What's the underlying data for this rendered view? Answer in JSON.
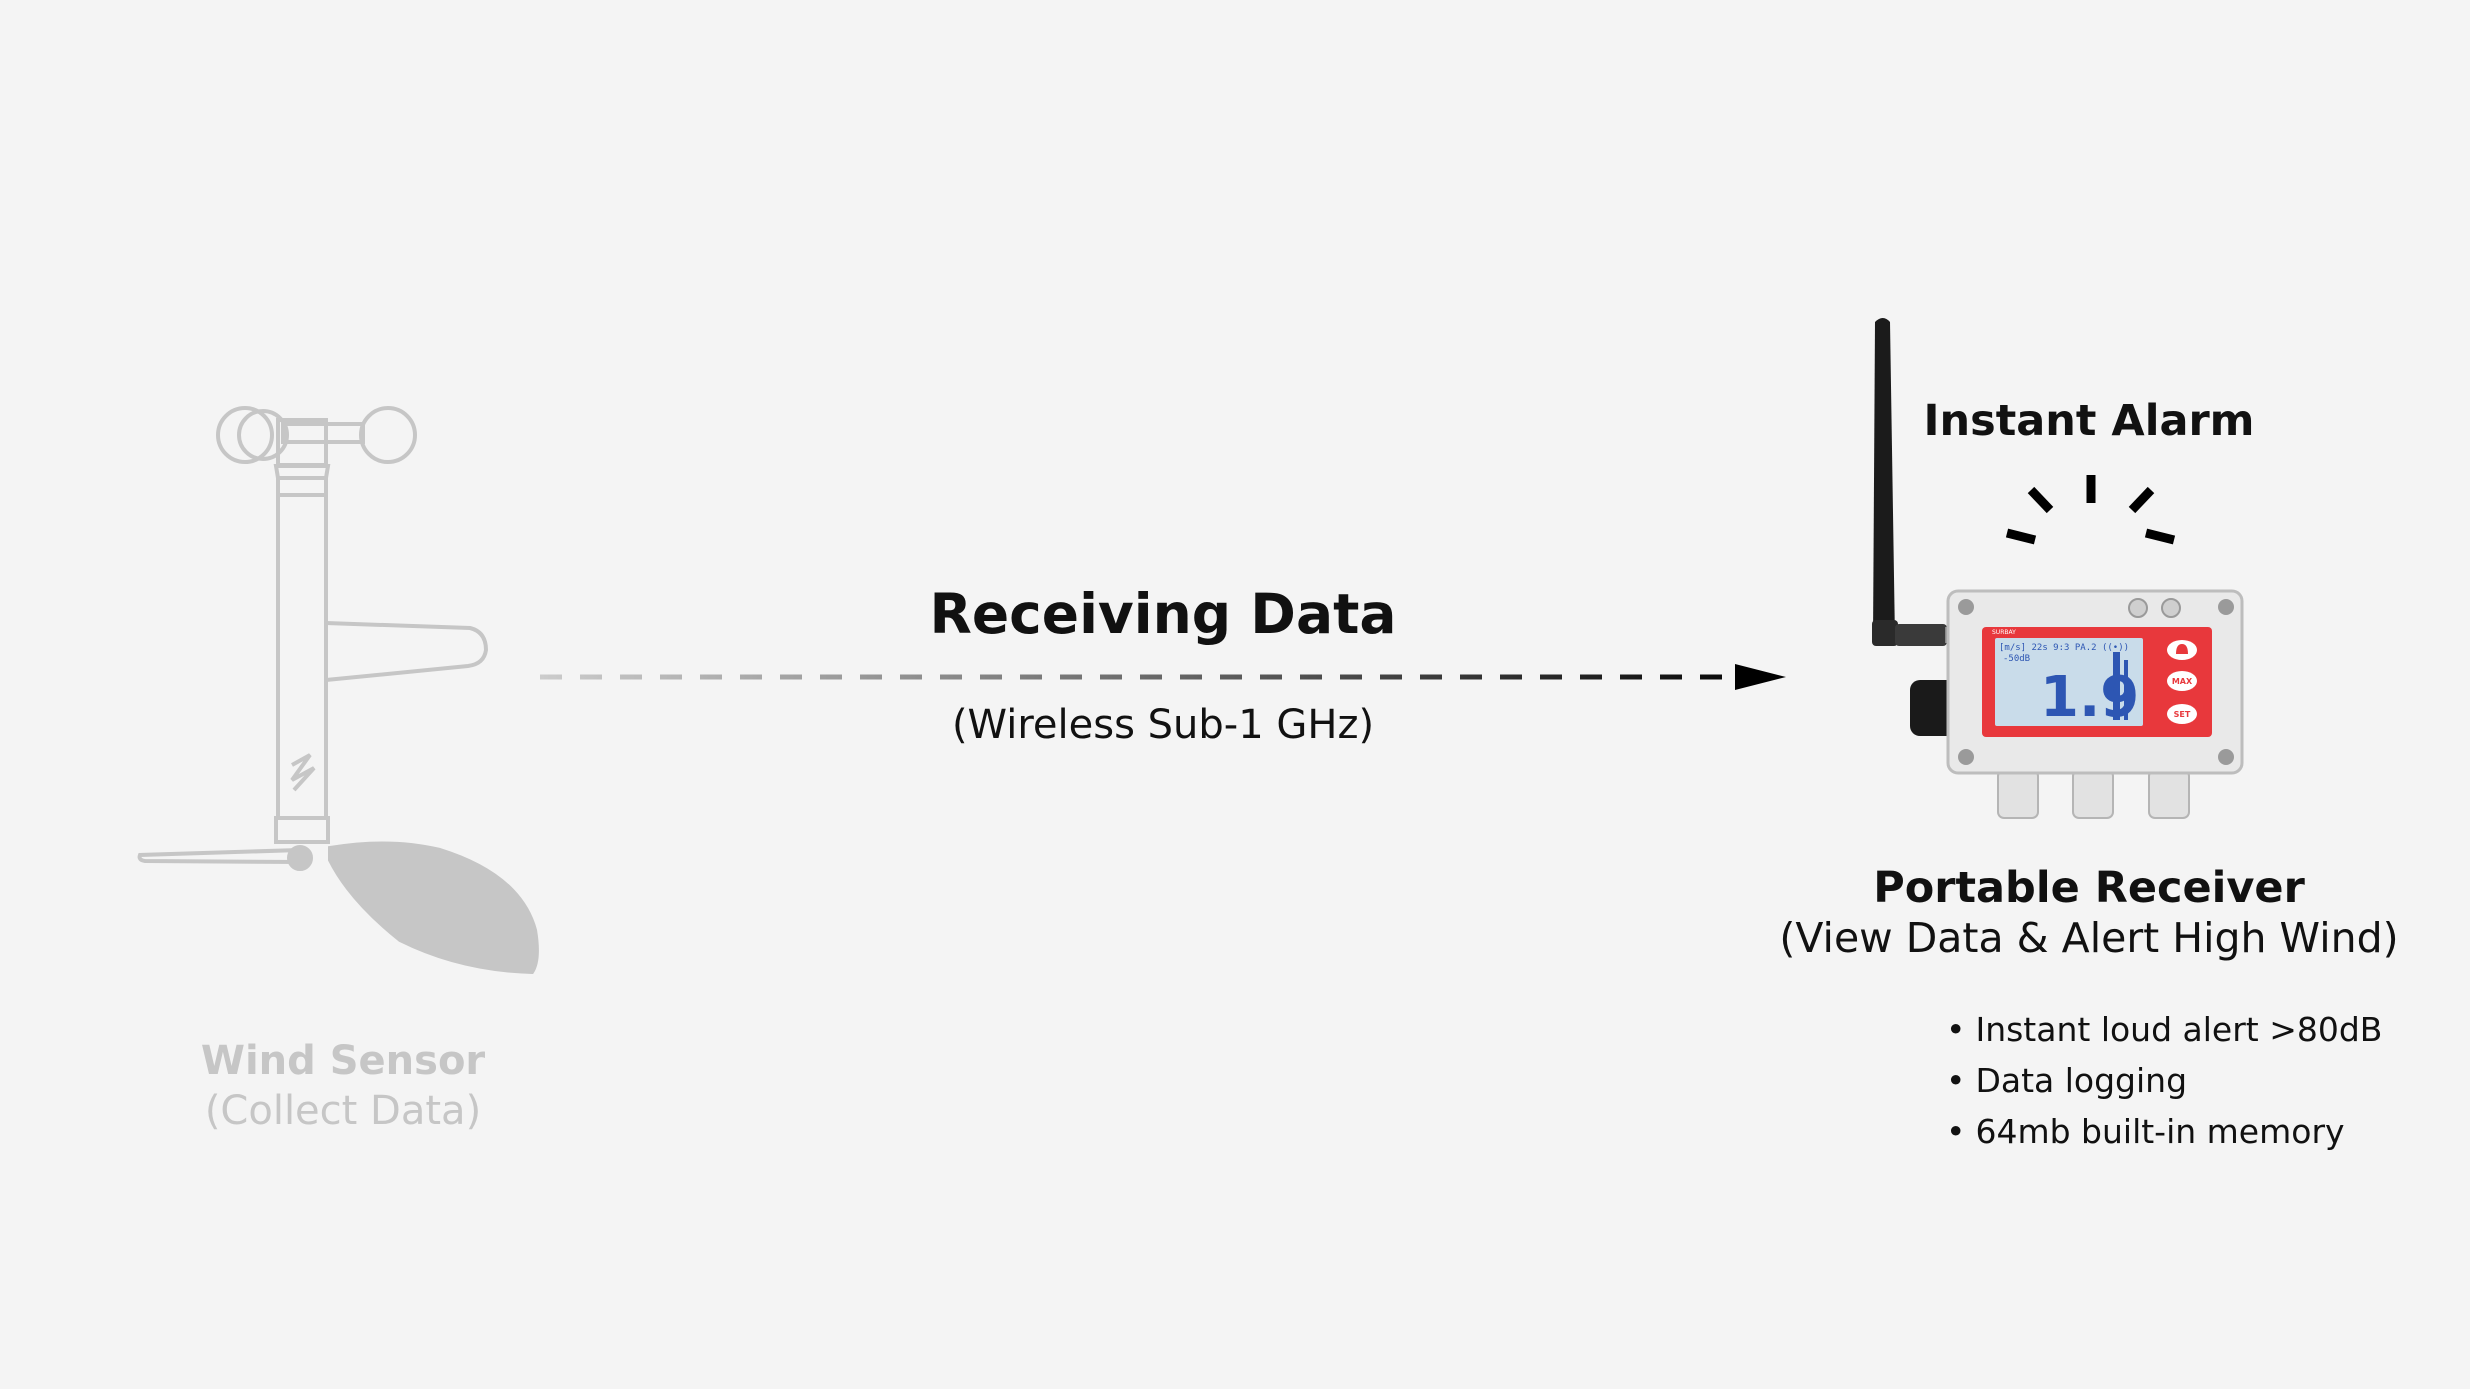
{
  "sensor": {
    "title": "Wind Sensor",
    "subtitle": "(Collect Data)"
  },
  "link": {
    "title": "Receiving Data",
    "subtitle": "(Wireless Sub-1 GHz)"
  },
  "alarm": {
    "title": "Instant Alarm"
  },
  "receiver": {
    "title": "Portable Receiver",
    "subtitle": "(View Data & Alert High Wind)",
    "features": [
      "Instant loud alert >80dB",
      "Data logging",
      "64mb built-in memory"
    ],
    "display": {
      "reading": "1.9",
      "status_line": "[m/s] 22s  9:3  PA.2  ((•))",
      "status_line_2": "-50dB",
      "brand": "SURBAY"
    },
    "buttons": [
      "bell",
      "MAX",
      "SET"
    ]
  },
  "colors": {
    "background": "#f4f4f4",
    "sensor_gray": "#c6c6c6",
    "text": "#111111",
    "panel_red": "#e8383c",
    "lcd_bg": "#c9dcea",
    "lcd_digits": "#2d56b3"
  }
}
